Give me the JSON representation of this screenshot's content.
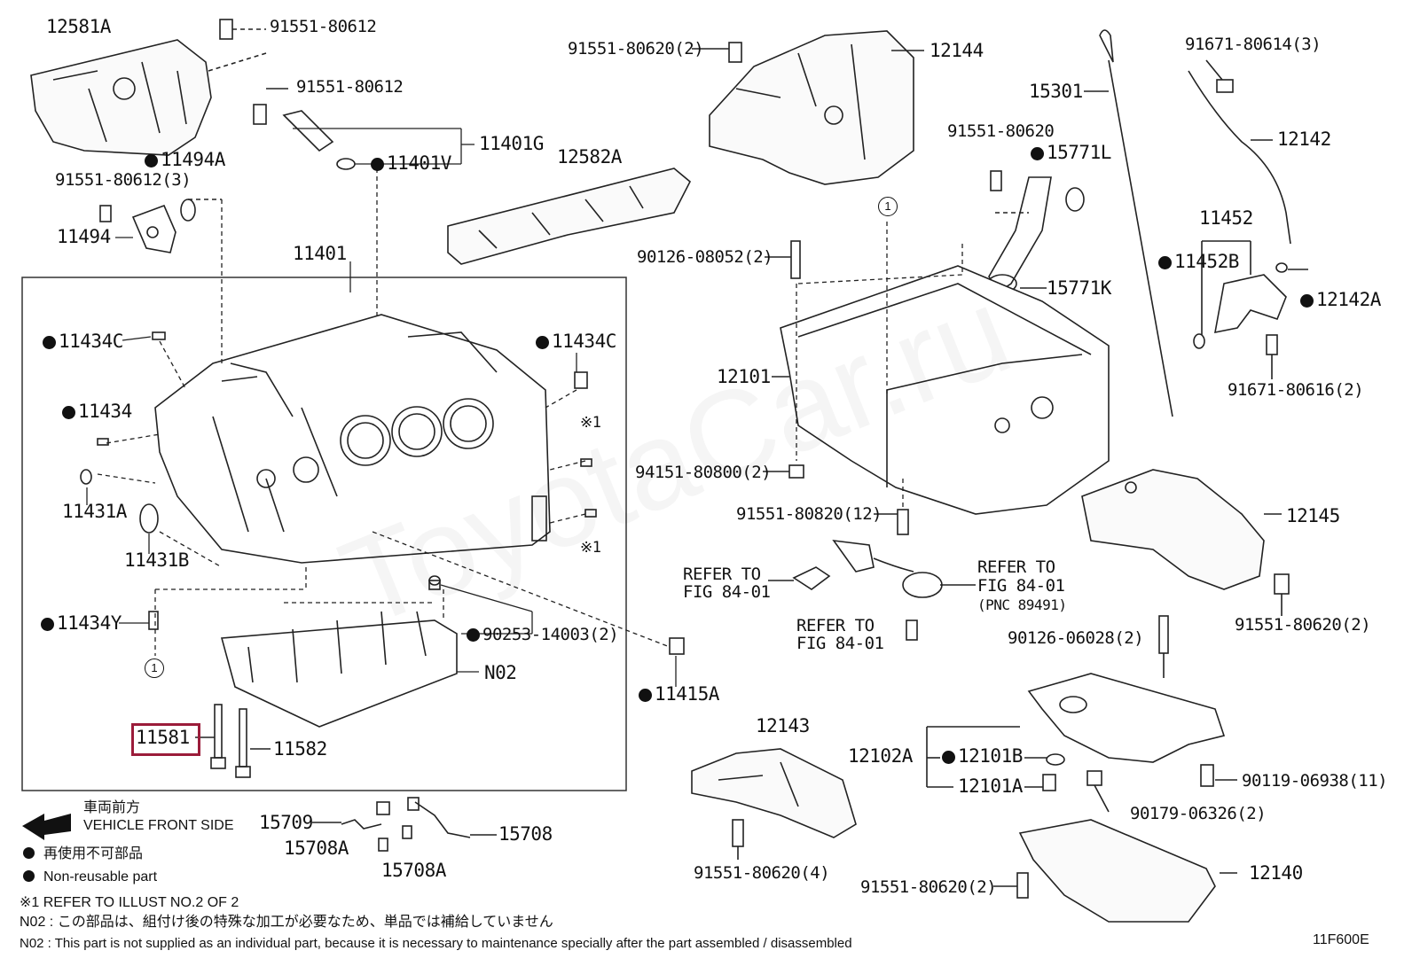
{
  "highlight_color": "#9b1c3a",
  "labels": {
    "p12581A": "12581A",
    "p91551_80612_a": "91551-80612",
    "p91551_80612_b": "91551-80612",
    "p11494A": "11494A",
    "p91551_80612_3": "91551-80612(3)",
    "p11494": "11494",
    "p11401G": "11401G",
    "p11401V": "11401V",
    "p12582A": "12582A",
    "p11401": "11401",
    "p11434C_l": "11434C",
    "p11434C_r": "11434C",
    "p11434": "11434",
    "p11431A": "11431A",
    "p11431B": "11431B",
    "p11434Y": "11434Y",
    "p90253": "90253-14003(2)",
    "pN02": "N02",
    "p11415A": "11415A",
    "p11581": "11581",
    "p11582": "11582",
    "p91551_80620_2_top": "91551-80620(2)",
    "p12144": "12144",
    "p15301": "15301",
    "p91671_80614": "91671-80614(3)",
    "p12142": "12142",
    "p91551_80620_mid": "91551-80620",
    "p15771L": "15771L",
    "p11452": "11452",
    "p11452B": "11452B",
    "p12142A": "12142A",
    "p90126_08052": "90126-08052(2)",
    "p15771K": "15771K",
    "p12101": "12101",
    "p91671_80616": "91671-80616(2)",
    "p94151": "94151-80800(2)",
    "p91551_80820": "91551-80820(12)",
    "p12145": "12145",
    "ref1a": "REFER TO",
    "ref1b": "FIG 84-01",
    "ref2a": "REFER TO",
    "ref2b": "FIG 84-01",
    "ref2c": "(PNC 89491)",
    "ref3a": "REFER TO",
    "ref3b": "FIG 84-01",
    "p91551_80620_2_right": "91551-80620(2)",
    "p90126_06028": "90126-06028(2)",
    "p12143": "12143",
    "p12102A": "12102A",
    "p12101B": "12101B",
    "p12101A": "12101A",
    "p90119": "90119-06938(11)",
    "p90179": "90179-06326(2)",
    "p15709": "15709",
    "p15708": "15708",
    "p15708A_a": "15708A",
    "p15708A_b": "15708A",
    "p91551_80620_4": "91551-80620(4)",
    "p91551_80620_2_bottom": "91551-80620(2)",
    "p12140": "12140",
    "x1a": "※1",
    "x1b": "※1",
    "c1a": "1",
    "c1b": "1"
  },
  "legend": {
    "front_jp": "車両前方",
    "front_en": "VEHICLE FRONT SIDE",
    "nonreusable_jp": "再使用不可部品",
    "nonreusable_en": "Non-reusable part"
  },
  "footnotes": {
    "note1": "※1 REFER TO ILLUST NO.2 OF 2",
    "n02_jp": "N02 : この部品は、組付け後の特殊な加工が必要なため、単品では補給していません",
    "n02_en": "N02 : This part is not supplied as an individual part, because it is necessary to maintenance specially after the part assembled / disassembled"
  },
  "figure_code": "11F600E"
}
